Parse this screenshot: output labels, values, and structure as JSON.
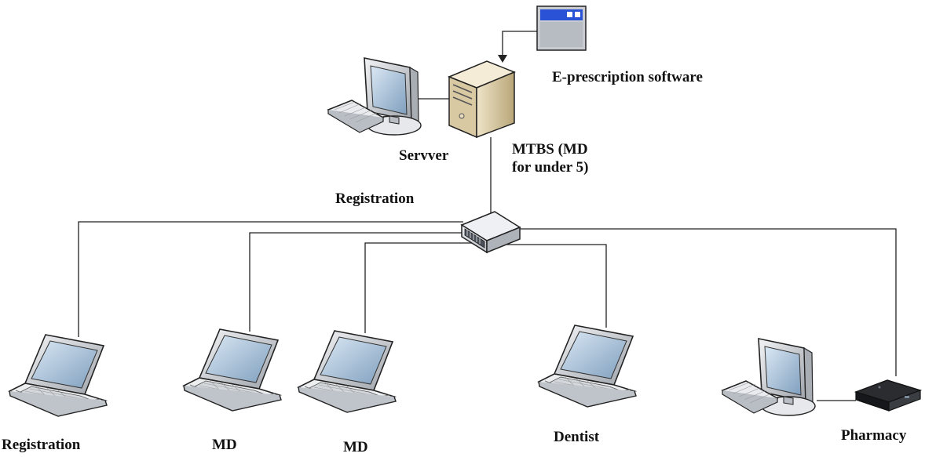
{
  "labels": {
    "software": "E-prescription software",
    "server": "Servver",
    "mtbs_line1": "MTBS (MD",
    "mtbs_line2": "for under 5)",
    "registration_top": "Registration",
    "registration_laptop": "Registration",
    "md1": "MD",
    "md2": "MD",
    "dentist": "Dentist",
    "pharmacy": "Pharmacy"
  },
  "icons": {
    "software": "application-window-icon",
    "server_workstation": "desktop-computer-icon",
    "server": "server-tower-icon",
    "switch": "network-switch-icon",
    "laptops": "laptop-icon",
    "pharmacy_workstation": "desktop-computer-icon",
    "pharmacy_device": "thin-client-box-icon"
  },
  "colors": {
    "line": "#222222",
    "monitor_frame": "#cfd3d8",
    "screen": "#a9c3dc",
    "server_beige": "#d9c9a3",
    "window_title": "#2a52d6"
  }
}
